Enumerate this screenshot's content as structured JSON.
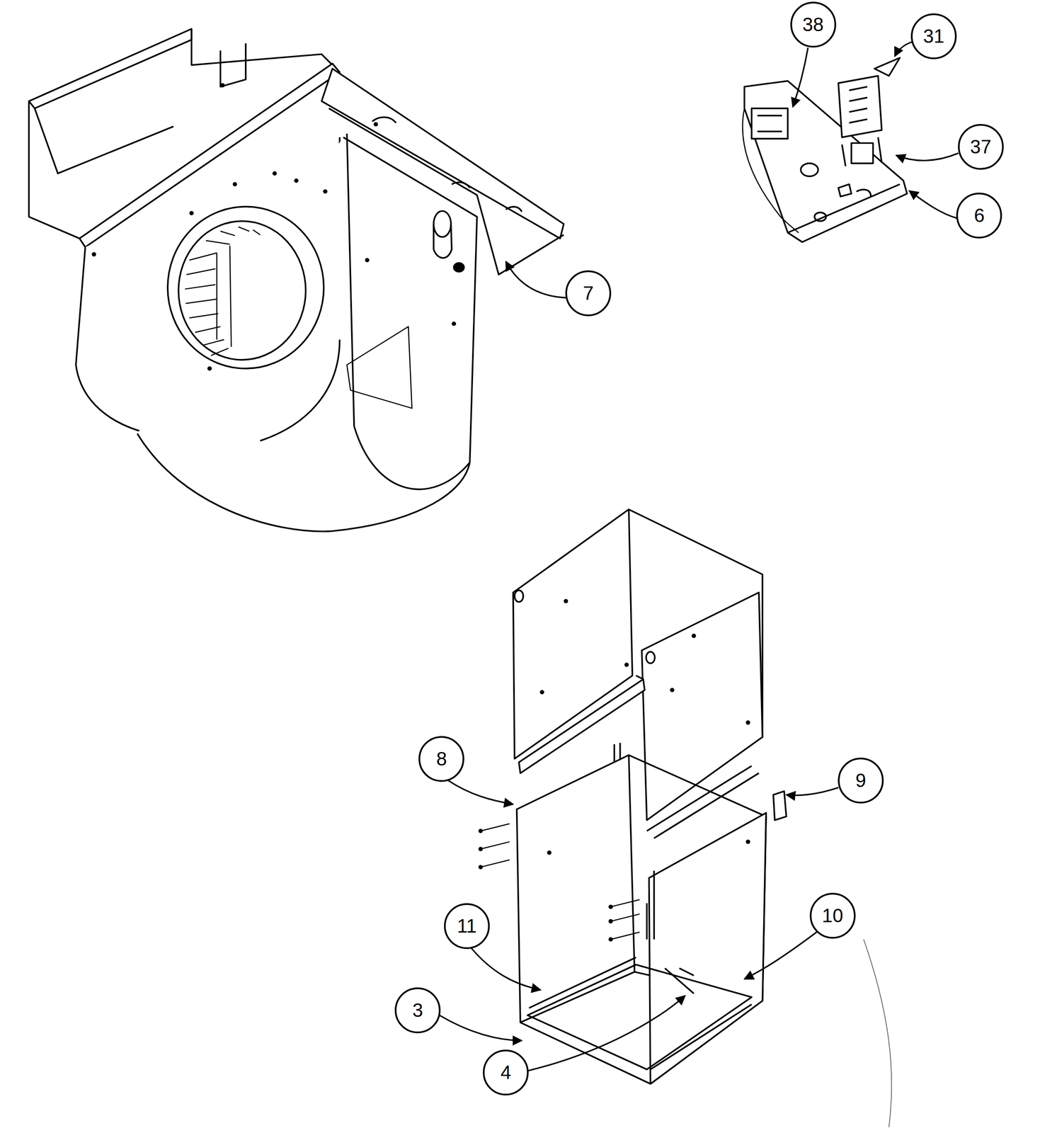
{
  "diagram": {
    "nodes": [
      {
        "text": [
          "38"
        ]
      },
      {
        "text": [
          "31"
        ]
      },
      {
        "text": [
          "37"
        ]
      },
      {
        "text": [
          "6"
        ]
      },
      {
        "text": [
          "7"
        ]
      },
      {
        "text": [
          "8"
        ]
      },
      {
        "text": [
          "9"
        ]
      },
      {
        "text": [
          "11"
        ]
      },
      {
        "text": [
          "10"
        ]
      },
      {
        "text": [
          "3"
        ]
      },
      {
        "text": [
          "4"
        ]
      }
    ]
  }
}
